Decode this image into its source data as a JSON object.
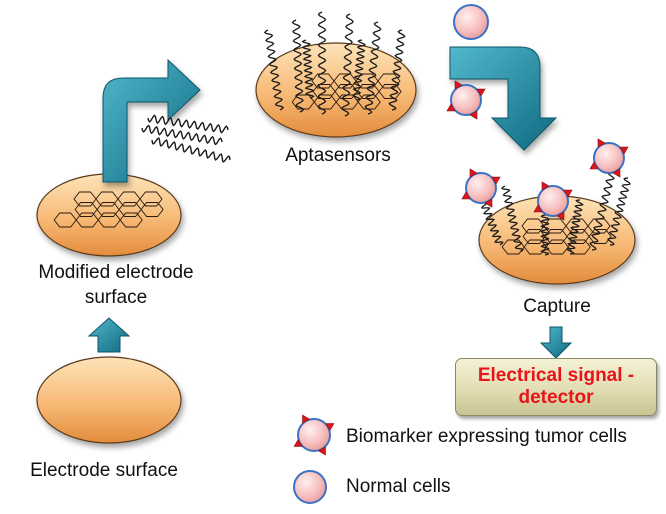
{
  "labels": {
    "electrode_surface": "Electrode surface",
    "modified_line1": "Modified electrode",
    "modified_line2": "surface",
    "aptasensors": "Aptasensors",
    "capture": "Capture",
    "detector": "Electrical signal -\ndetector"
  },
  "legend": {
    "tumor": "Biomarker expressing tumor cells",
    "normal": "Normal cells"
  },
  "colors": {
    "electrode": "#f5b56b",
    "arrow": "#1f8aa1",
    "cell": "#f7c3c3",
    "cell_border": "#3b73c4",
    "biomarker": "#e0141c",
    "detector_text": "#e8141c"
  }
}
